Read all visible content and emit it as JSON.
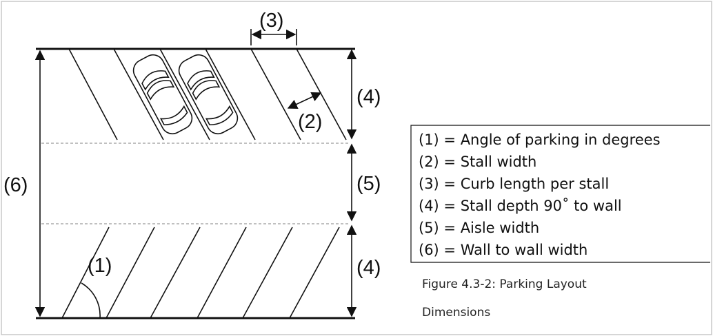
{
  "diagram": {
    "labels": {
      "curb_length": "(3)",
      "stall_width": "(2)",
      "stall_depth_top": "(4)",
      "aisle": "(5)",
      "stall_depth_bottom": "(4)",
      "wall_to_wall": "(6)",
      "angle": "(1)"
    }
  },
  "legend": {
    "items": [
      "(1) = Angle of parking in degrees",
      "(2) = Stall width",
      "(3) = Curb length per stall",
      "(4) = Stall depth 90˚ to wall",
      "(5) = Aisle width",
      "(6) = Wall to wall width"
    ]
  },
  "caption": {
    "line1": "Figure 4.3-2: Parking Layout",
    "line2": "Dimensions"
  },
  "colors": {
    "ink": "#111111",
    "frame": "#c8c8c8",
    "dashed": "#9a9a9a"
  }
}
